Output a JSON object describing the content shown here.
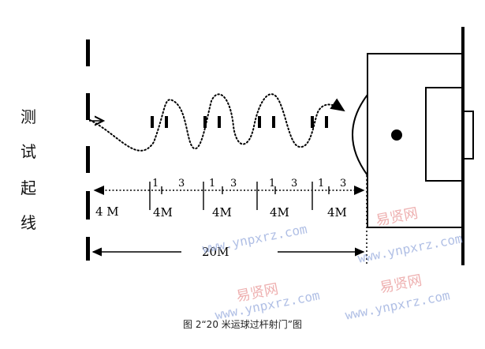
{
  "start_line_label": [
    "测",
    "试",
    "起",
    "线"
  ],
  "distance_labels": {
    "first_segment": "4 M",
    "segments": [
      "4M",
      "4M",
      "4M",
      "4M"
    ],
    "total": "20M"
  },
  "pole_marks": [
    {
      "left": "1",
      "right": "3"
    },
    {
      "left": "1",
      "right": "3"
    },
    {
      "left": "1",
      "right": "3"
    },
    {
      "left": "1",
      "right": "3"
    }
  ],
  "caption": "图 2“20 米运球过杆射门”图",
  "watermarks": {
    "name": "易贤网",
    "url": "www.ynpxrz.com"
  },
  "colors": {
    "ink": "#000000",
    "watermark_text": "#e89696",
    "watermark_url": "#96aadc"
  }
}
